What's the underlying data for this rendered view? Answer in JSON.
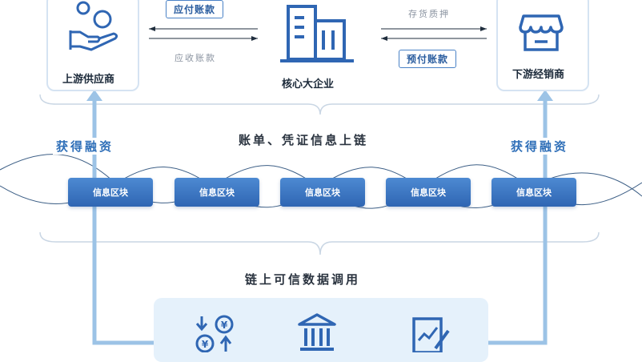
{
  "parties": {
    "supplier": "上游供应商",
    "core": "核心大企业",
    "distributor": "下游经销商"
  },
  "flows": {
    "accounts_payable": "应付账款",
    "accounts_receivable": "应收账款",
    "inventory_pledge": "存货质押",
    "prepayment": "预付账款"
  },
  "chain_title": "账单、凭证信息上链",
  "finance_left": "获得融资",
  "finance_right": "获得融资",
  "blocks": [
    "信息区块",
    "信息区块",
    "信息区块",
    "信息区块",
    "信息区块"
  ],
  "data_call_title": "链上可信数据调用",
  "icons": {
    "supplier": "hand-coins-icon",
    "core": "building-icon",
    "distributor": "store-icon",
    "exchange": "currency-exchange-icon",
    "bank": "bank-icon",
    "document": "document-chart-icon"
  },
  "colors": {
    "primary_blue": "#2f66b3",
    "accent_blue": "#2f6fb8",
    "light_blue": "#9cc3e6",
    "panel_bg": "#e5f1fb"
  }
}
